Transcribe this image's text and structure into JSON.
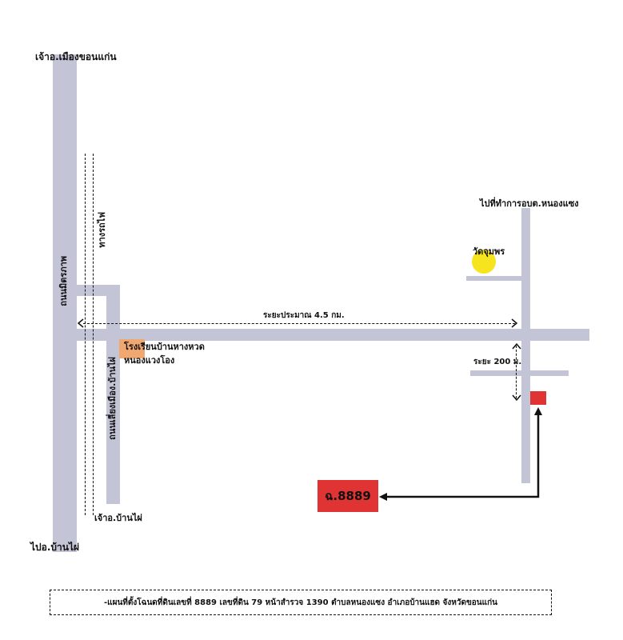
{
  "labels": {
    "top_left_destination": "เจ้าอ.เมืองขอนแก่น",
    "bottom_left_destination": "ไปอ.บ้านไผ่",
    "main_highway": "ถนนมิตรภาพ",
    "railway": "ทางรถไฟ",
    "secondary_road": "ถนนเลี่ยงเมือง.บ้านไผ่",
    "secondary_road_end": "เจ้าอ.บ้านไผ่",
    "school_line1": "โรงเรียนบ้านหางหวด",
    "school_line2": "หนองแวงโอง",
    "distance_main": "ระยะประมาณ 4.5 กม.",
    "distance_short": "ระยะ 200 ม.",
    "temple": "วัดจุมพร",
    "to_office": "ไปที่ทำการอบต.หนองแซง",
    "parcel_label": "ฉ.8889",
    "caption": "-แผนที่ตั้งโฉนดที่ดินเลขที่  8889  เลขที่ดิน  79  หน้าสำรวจ  1390   ตำบลหนองแซง  อำเภอบ้านแฮด  จังหวัดขอนแก่น"
  },
  "colors": {
    "road": "#c3c4d6",
    "parcel": "#e03434",
    "temple": "#f6e51e",
    "school": "#f1a870",
    "ink": "#111111"
  }
}
